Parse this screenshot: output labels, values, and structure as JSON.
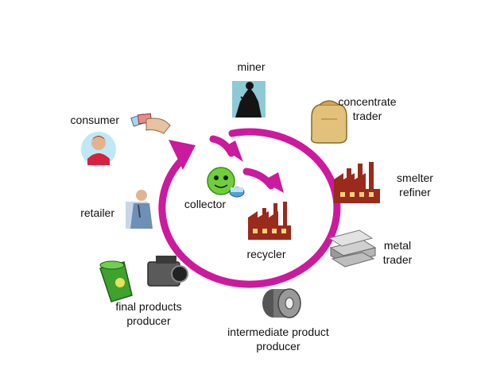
{
  "colors": {
    "cycle": "#cc1a9e",
    "factory": "#9a2a1c",
    "paper": "#ffffff"
  },
  "nodes": {
    "miner": {
      "label": "miner",
      "icon": "miner-icon"
    },
    "concentrate": {
      "line1": "concentrate",
      "line2": "trader",
      "icon": "sack-icon"
    },
    "smelter": {
      "line1": "smelter",
      "line2": "refiner",
      "icon": "factory-icon"
    },
    "metal": {
      "line1": "metal",
      "line2": "trader",
      "icon": "metal-ingots-icon"
    },
    "intermediate": {
      "line1": "intermediate product",
      "line2": "producer",
      "icon": "wire-spool-icon"
    },
    "final": {
      "line1": "final products",
      "line2": "producer",
      "icon": "can-and-camera-icon"
    },
    "retailer": {
      "label": "retailer",
      "icon": "salesperson-icon"
    },
    "consumer": {
      "label": "consumer",
      "icon": "consumer-icon"
    },
    "collector": {
      "label": "collector",
      "icon": "recycling-globe-icon"
    },
    "recycler": {
      "label": "recycler",
      "icon": "recycling-factory-icon"
    }
  }
}
